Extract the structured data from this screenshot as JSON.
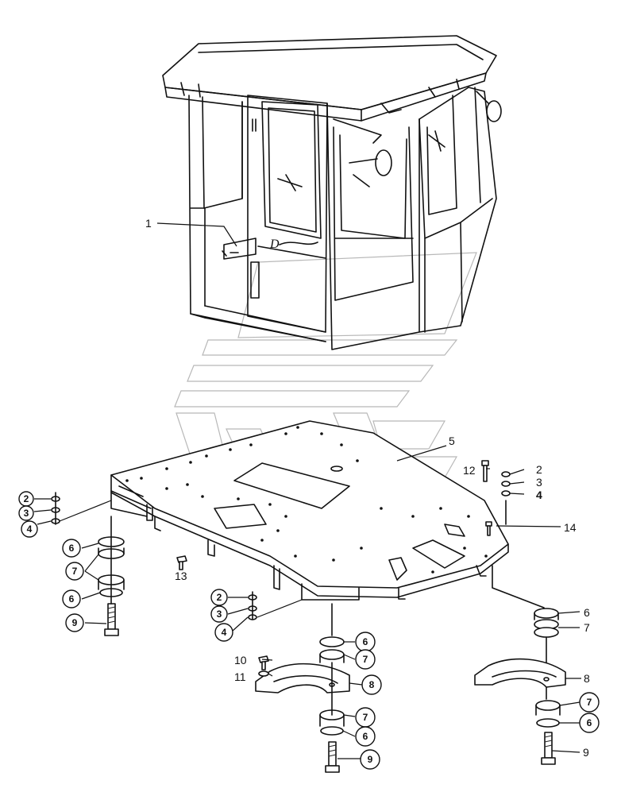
{
  "callouts": [
    {
      "label": "1",
      "style": "plain"
    },
    {
      "label": "5",
      "style": "plain"
    },
    {
      "label": "12",
      "style": "plain"
    },
    {
      "label": "2",
      "style": "plain"
    },
    {
      "label": "3",
      "style": "plain"
    },
    {
      "label": "4",
      "style": "plain"
    },
    {
      "label": "14",
      "style": "plain"
    },
    {
      "label": "2",
      "style": "circled"
    },
    {
      "label": "3",
      "style": "circled"
    },
    {
      "label": "4",
      "style": "circled"
    },
    {
      "label": "6",
      "style": "circled"
    },
    {
      "label": "7",
      "style": "circled"
    },
    {
      "label": "6",
      "style": "circled"
    },
    {
      "label": "9",
      "style": "circled"
    },
    {
      "label": "13",
      "style": "plain"
    },
    {
      "label": "2",
      "style": "circled"
    },
    {
      "label": "3",
      "style": "circled"
    },
    {
      "label": "4",
      "style": "circled"
    },
    {
      "label": "6",
      "style": "circled"
    },
    {
      "label": "7",
      "style": "circled"
    },
    {
      "label": "10",
      "style": "plain"
    },
    {
      "label": "11",
      "style": "plain"
    },
    {
      "label": "8",
      "style": "circled"
    },
    {
      "label": "7",
      "style": "circled"
    },
    {
      "label": "6",
      "style": "circled"
    },
    {
      "label": "9",
      "style": "circled"
    },
    {
      "label": "6",
      "style": "plain"
    },
    {
      "label": "7",
      "style": "plain"
    },
    {
      "label": "8",
      "style": "plain"
    },
    {
      "label": "7",
      "style": "circled"
    },
    {
      "label": "6",
      "style": "circled"
    },
    {
      "label": "9",
      "style": "plain"
    }
  ],
  "cab_script": "D"
}
